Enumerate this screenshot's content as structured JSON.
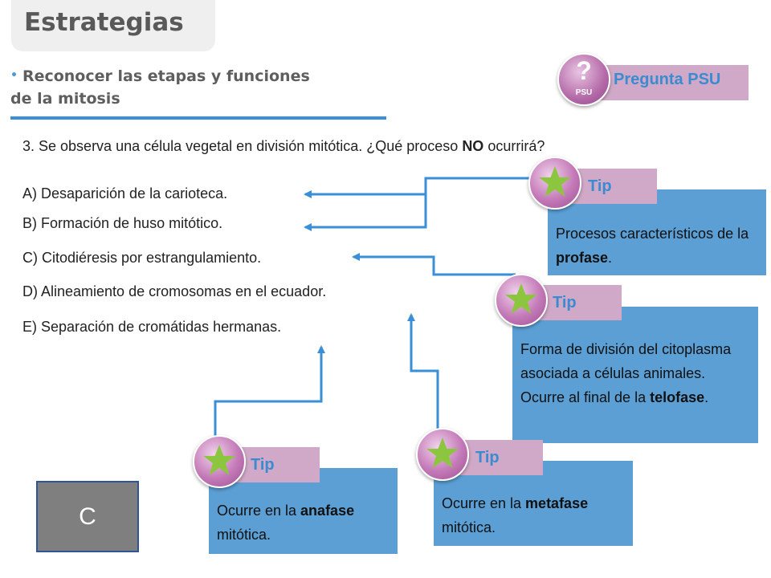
{
  "header": {
    "title": "Estrategias"
  },
  "objective": {
    "bullet": "•",
    "text": "Reconocer las etapas y funciones de la mitosis"
  },
  "psu": {
    "label": "Pregunta PSU",
    "icon_glyph": "?",
    "icon_text": "PSU",
    "icon": "psu-question-icon"
  },
  "question": {
    "prefix": "3. Se observa una célula vegetal en división mitótica. ¿Qué proceso ",
    "emphasis": "NO",
    "suffix": " ocurrirá?"
  },
  "options": [
    "A) Desaparición de la carioteca.",
    "B) Formación de huso mitótico.",
    "C) Citodiéresis por estrangulamiento.",
    "D) Alineamiento de cromosomas en el ecuador.",
    "E) Separación de cromátidas hermanas."
  ],
  "tips": [
    {
      "label": "Tip",
      "pre": "Procesos característicos de la ",
      "bold": "profase",
      "post": "."
    },
    {
      "label": "Tip",
      "pre": "Forma de división del citoplasma asociada a células animales. Ocurre al final de la ",
      "bold": "telofase",
      "post": "."
    },
    {
      "label": "Tip",
      "pre": "Ocurre en la ",
      "bold": "metafase",
      "post": " mitótica."
    },
    {
      "label": "Tip",
      "pre": "Ocurre en la ",
      "bold": "anafase",
      "post": " mitótica."
    }
  ],
  "answer": {
    "letter": "C"
  },
  "colors": {
    "accent_blue": "#3b8fd6",
    "tip_box": "#5b9fd5",
    "tip_label": "#d1a9c8",
    "star_green": "#8cc63f",
    "answer_box": "#7f7f7f"
  }
}
